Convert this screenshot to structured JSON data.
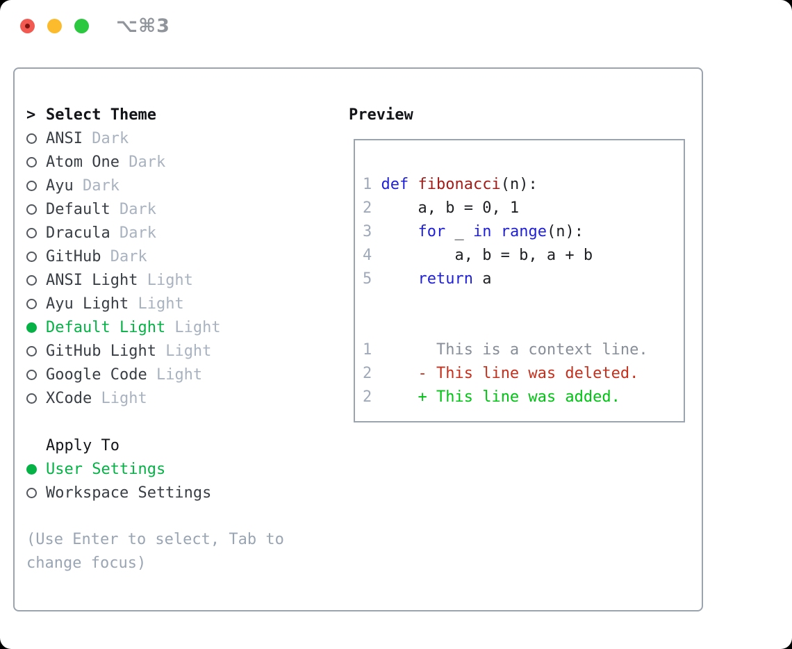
{
  "window": {
    "title": "⌥⌘3"
  },
  "traffic_lights": [
    "close",
    "minimize",
    "zoom"
  ],
  "colors": {
    "accent": "#06b246",
    "border": "#9aa3ae",
    "muted": "#a9b2bf",
    "gutter": "#9fa9b8",
    "keyword": "#1f1fd6",
    "function": "#a31c17",
    "context": "#878e98",
    "deleted": "#c5301d",
    "added": "#00c413"
  },
  "theme_panel": {
    "header": {
      "prefix": ">",
      "label": "Select Theme"
    },
    "themes": [
      {
        "name": "ANSI",
        "variant": "Dark",
        "selected": false
      },
      {
        "name": "Atom One",
        "variant": "Dark",
        "selected": false
      },
      {
        "name": "Ayu",
        "variant": "Dark",
        "selected": false
      },
      {
        "name": "Default",
        "variant": "Dark",
        "selected": false
      },
      {
        "name": "Dracula",
        "variant": "Dark",
        "selected": false
      },
      {
        "name": "GitHub",
        "variant": "Dark",
        "selected": false
      },
      {
        "name": "ANSI Light",
        "variant": "Light",
        "selected": false
      },
      {
        "name": "Ayu Light",
        "variant": "Light",
        "selected": false
      },
      {
        "name": "Default Light",
        "variant": "Light",
        "selected": true
      },
      {
        "name": "GitHub Light",
        "variant": "Light",
        "selected": false
      },
      {
        "name": "Google Code",
        "variant": "Light",
        "selected": false
      },
      {
        "name": "XCode",
        "variant": "Light",
        "selected": false
      }
    ],
    "apply_to": {
      "label": "Apply To",
      "options": [
        {
          "label": "User Settings",
          "selected": true
        },
        {
          "label": "Workspace Settings",
          "selected": false
        }
      ]
    },
    "help_text": "(Use Enter to select, Tab to change focus)"
  },
  "preview": {
    "title": "Preview",
    "code_lines": [
      {
        "num": "1",
        "segments": [
          {
            "text": "def",
            "color": "keyword"
          },
          {
            "text": " ",
            "color": "plain"
          },
          {
            "text": "fibonacci",
            "color": "function"
          },
          {
            "text": "(n):",
            "color": "plain"
          }
        ]
      },
      {
        "num": "2",
        "segments": [
          {
            "text": "    a, b = 0, 1",
            "color": "plain"
          }
        ]
      },
      {
        "num": "3",
        "segments": [
          {
            "text": "    ",
            "color": "plain"
          },
          {
            "text": "for",
            "color": "keyword"
          },
          {
            "text": " _ ",
            "color": "plain"
          },
          {
            "text": "in",
            "color": "keyword"
          },
          {
            "text": " ",
            "color": "plain"
          },
          {
            "text": "range",
            "color": "keyword"
          },
          {
            "text": "(n):",
            "color": "plain"
          }
        ]
      },
      {
        "num": "4",
        "segments": [
          {
            "text": "        a, b = b, a + b",
            "color": "plain"
          }
        ]
      },
      {
        "num": "5",
        "segments": [
          {
            "text": "    ",
            "color": "plain"
          },
          {
            "text": "return",
            "color": "keyword"
          },
          {
            "text": " a",
            "color": "plain"
          }
        ]
      }
    ],
    "diff_lines": [
      {
        "num": "1",
        "marker": "",
        "text": "This is a context line.",
        "type": "context"
      },
      {
        "num": "2",
        "marker": "-",
        "text": "This line was deleted.",
        "type": "deleted"
      },
      {
        "num": "2",
        "marker": "+",
        "text": "This line was added.",
        "type": "added"
      }
    ]
  }
}
